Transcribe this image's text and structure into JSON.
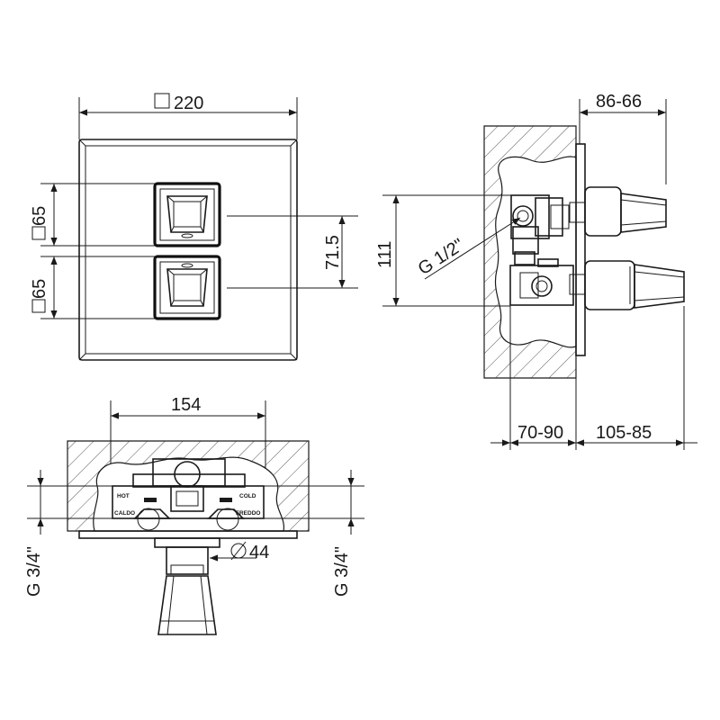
{
  "front_view": {
    "width_label": "220",
    "upper_height_label": "65",
    "lower_height_label": "65",
    "center_distance_label": "71.5"
  },
  "side_view": {
    "depth_label": "86-66",
    "height_label": "111",
    "inlet_thread_label": "G 1/2\"",
    "wall_depth_label": "70-90",
    "projection_label": "105-85"
  },
  "top_view": {
    "width_label": "154",
    "diameter_label": "44",
    "left_thread_label": "G 3/4\"",
    "right_thread_label": "G 3/4\"",
    "left_inlet_labels": [
      "HOT",
      "CALDO"
    ],
    "right_inlet_labels": [
      "COLD",
      "FREDDO"
    ]
  },
  "colors": {
    "line": "#1a1a1a",
    "background": "#ffffff"
  }
}
